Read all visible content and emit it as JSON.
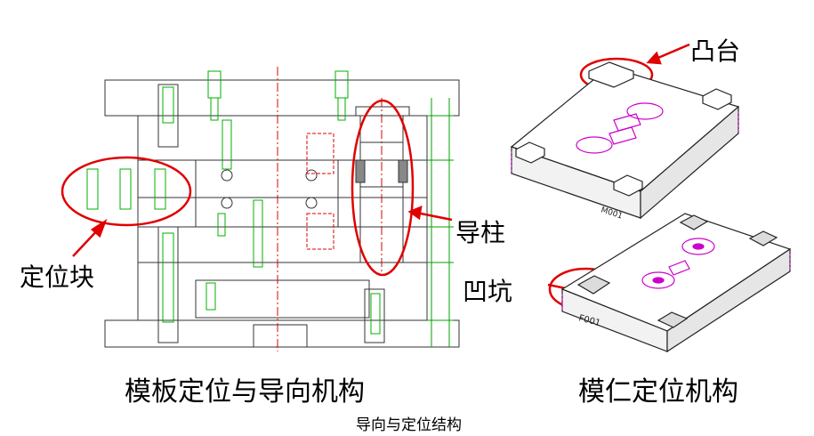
{
  "figure": {
    "caption": "导向与定位结构",
    "left_title": "模板定位与导向机构",
    "right_title": "模仁定位机构",
    "labels": {
      "locating_block": "定位块",
      "guide_pillar": "导柱",
      "boss": "凸台",
      "recess": "凹坑"
    },
    "insert_codes": {
      "top_insert": "M001",
      "bottom_insert": "F001"
    },
    "colors": {
      "highlight": "#e00000",
      "drawing_line": "#333333",
      "green": "#00b000",
      "magenta": "#cc00cc"
    }
  }
}
